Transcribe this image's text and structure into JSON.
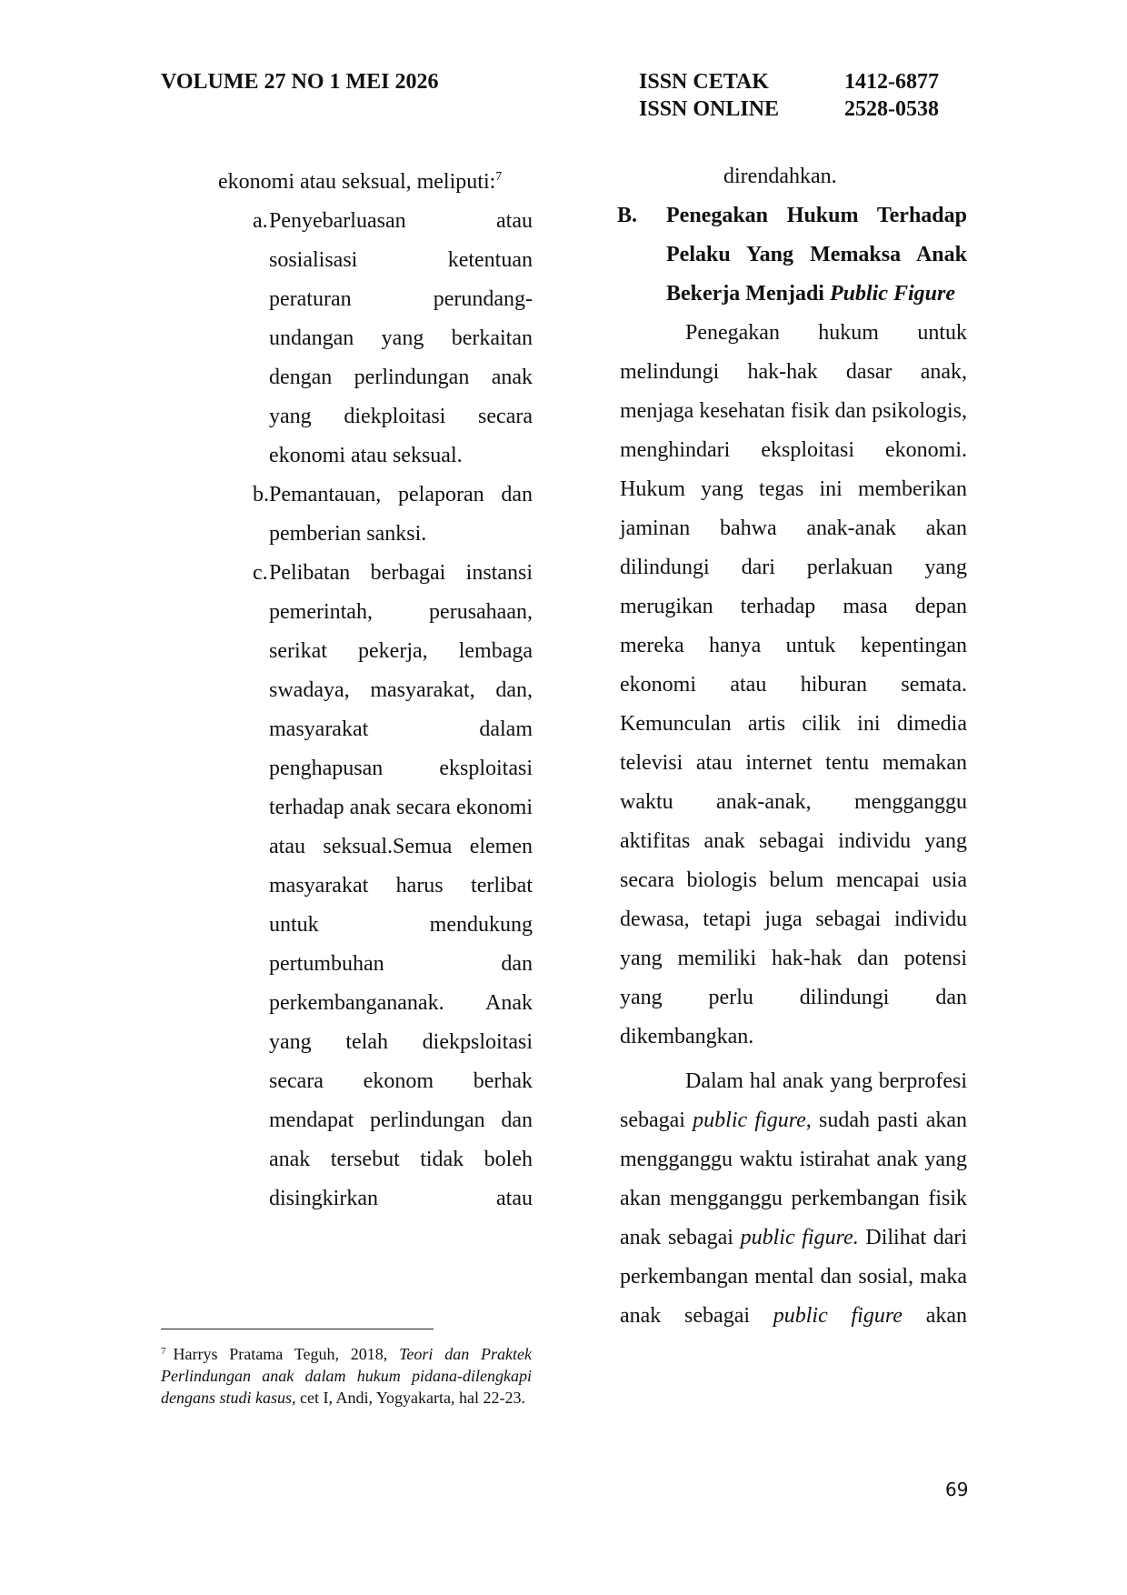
{
  "header": {
    "volume": "VOLUME 27 NO 1 MEI 2026",
    "issn_print_label": "ISSN CETAK",
    "issn_print_value": "1412-6877",
    "issn_online_label": "ISSN ONLINE",
    "issn_online_value": "2528-0538"
  },
  "left": {
    "intro": "ekonomi atau seksual, meliputi:",
    "intro_ref": "7",
    "items": [
      {
        "marker": "a.",
        "text": "Penyebarluasan atau sosialisasi ketentuan peraturan perundang-undangan yang berkaitan dengan perlindungan anak yang diekploitasi secara ekonomi atau seksual."
      },
      {
        "marker": "b.",
        "text": "Pemantauan, pelaporan dan pemberian sanksi."
      },
      {
        "marker": "c.",
        "text": "Pelibatan berbagai instansi pemerintah, perusahaan, serikat pekerja, lembaga swadaya, masyarakat, dan, masyarakat dalam penghapusan eksploitasi terhadap anak secara ekonomi atau seksual.Semua elemen masyarakat harus terlibat untuk mendukung pertumbuhan dan perkembangananak. Anak yang telah diekpsloitasi secara ekonom berhak mendapat perlindungan dan anak tersebut tidak boleh disingkirkan atau"
      }
    ]
  },
  "right": {
    "cont": "direndahkan.",
    "section_marker": "B.",
    "section_title": "Penegakan Hukum Terhadap Pelaku Yang Memaksa Anak Bekerja Menjadi",
    "section_title_italic": "Public Figure",
    "para1": "Penegakan hukum untuk melindungi hak-hak dasar anak, menjaga kesehatan fisik dan psikologis, menghindari eksploitasi ekonomi. Hukum yang tegas ini memberikan jaminan bahwa anak-anak akan dilindungi dari perlakuan yang merugikan terhadap masa depan mereka hanya untuk kepentingan ekonomi atau hiburan semata. Kemunculan artis cilik ini dimedia televisi atau internet tentu memakan waktu anak-anak, mengganggu aktifitas anak sebagai individu yang secara biologis belum mencapai usia dewasa, tetapi juga sebagai individu yang memiliki hak-hak dan potensi yang perlu dilindungi dan dikembangkan.",
    "para2_a": "Dalam hal anak yang berprofesi sebagai",
    "para2_i1": "public figure,",
    "para2_b": "sudah pasti akan mengganggu waktu istirahat anak yang akan mengganggu perkembangan fisik anak sebagai",
    "para2_i2": "public figure.",
    "para2_c": "Dilihat dari perkembangan mental dan sosial, maka anak sebagai",
    "para2_i3": "public figure",
    "para2_d": "akan"
  },
  "footnote": {
    "number": "7",
    "author": "Harrys Pratama Teguh, 2018,",
    "title": "Teori dan Praktek Perlindungan anak dalam hukum pidana-dilengkapi dengans studi kasus,",
    "rest": "cet I, Andi, Yogyakarta, hal 22-23."
  },
  "page_number": "69"
}
